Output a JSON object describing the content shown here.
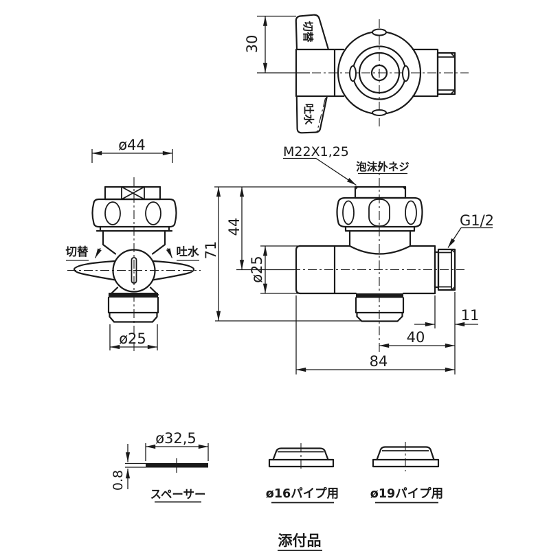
{
  "meta": {
    "doc_type": "valve technical drawing",
    "ink_color": "#1a1a1a",
    "bg_color": "#ffffff"
  },
  "top_view": {
    "dim_height": "30",
    "label_switch": "切替",
    "label_spout": "吐水"
  },
  "side_view": {
    "dim_knob_dia": "ø44",
    "dim_outlet_dia": "ø25",
    "label_switch": "切替",
    "label_spout": "吐水"
  },
  "front_view": {
    "label_top_thread": "M22X1,25",
    "label_aerator_thread": "泡沫外ネジ",
    "label_side_thread": "G1/2",
    "dim_upper": "44",
    "dim_height": "71",
    "dim_body_dia": "ø25",
    "dim_thread": "11",
    "dim_outlet": "40",
    "dim_length": "84"
  },
  "accessories": {
    "heading": "添付品",
    "spacer": {
      "dim_dia": "ø32,5",
      "dim_thickness": "0.8",
      "label": "スペーサー"
    },
    "adapter_16": {
      "label": "ø16パイプ用"
    },
    "adapter_19": {
      "label": "ø19パイプ用"
    }
  }
}
